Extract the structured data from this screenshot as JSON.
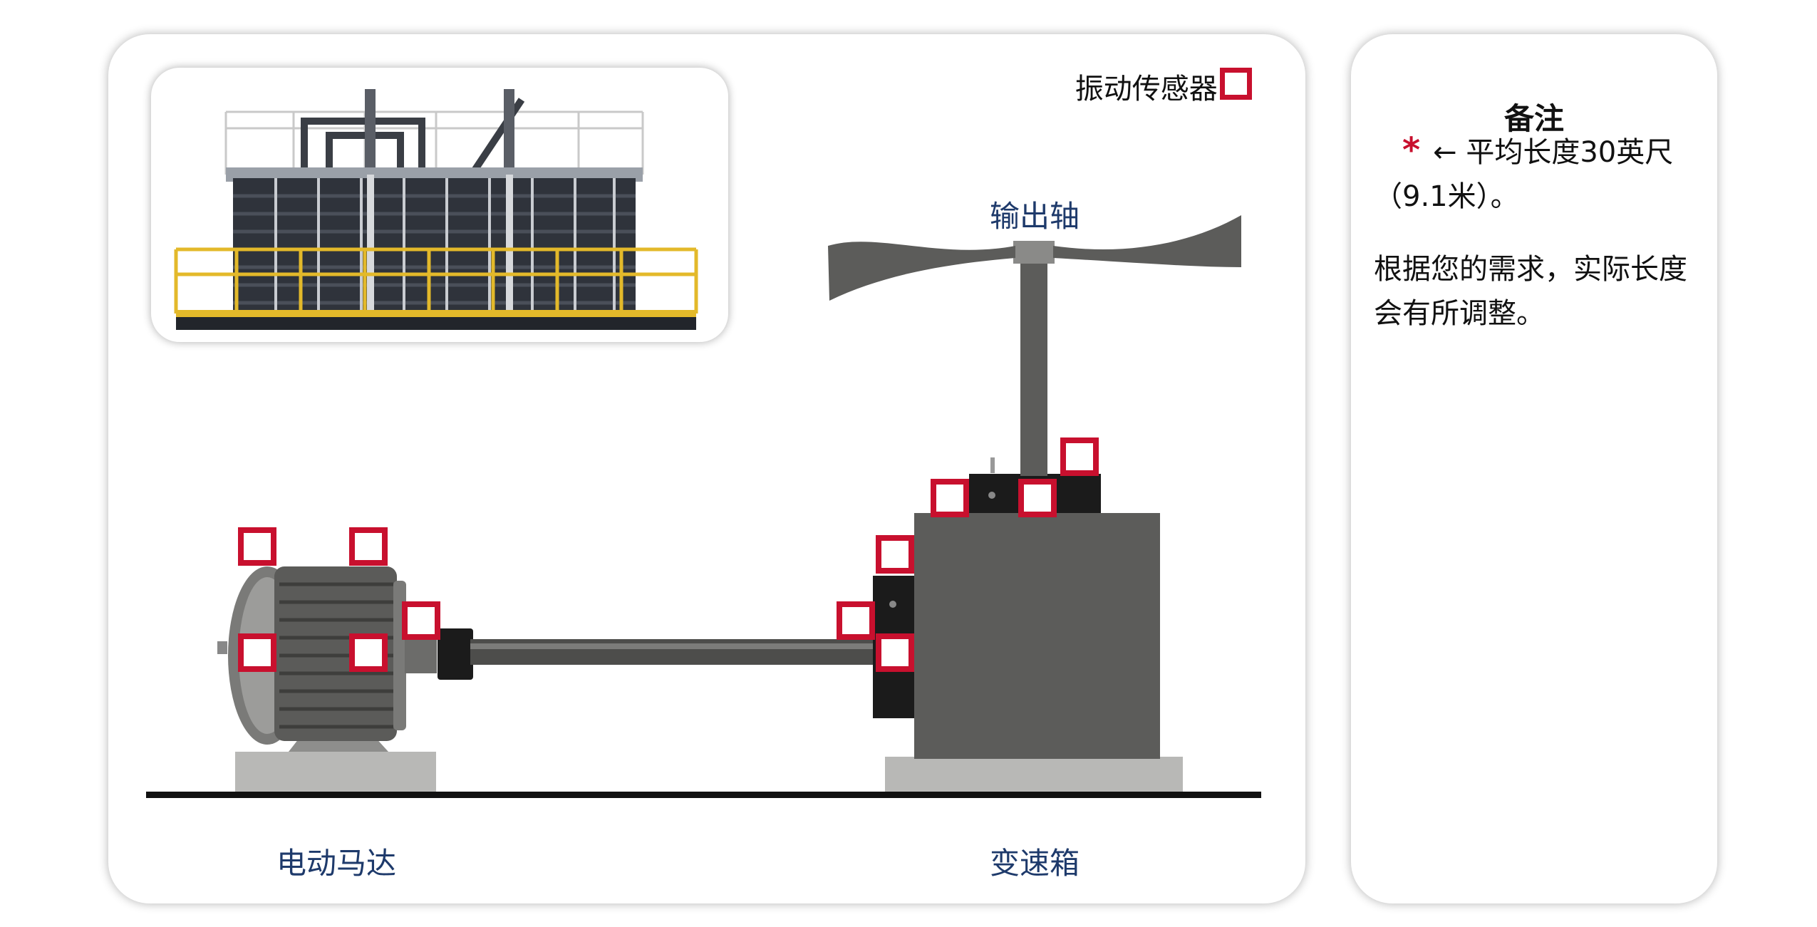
{
  "legend": {
    "text": "振动传感器 →"
  },
  "labels": {
    "output_shaft": "输出轴",
    "electric_motor": "电动马达",
    "gearbox": "变速箱"
  },
  "notes": {
    "title": "备注",
    "asterisk": "*",
    "note1": "← 平均长度30英尺（9.1米）。",
    "note2": "根据您的需求，实际长度会有所调整。"
  },
  "colors": {
    "sensor": "#c8102e",
    "label_text": "#1e3a6b",
    "machine_gray": "#5c5c5a",
    "base_gray": "#b8b8b6",
    "ground": "#111111"
  },
  "icons": {
    "sensor": "vibration-sensor-icon",
    "photo": "cooling-tower-photo"
  }
}
